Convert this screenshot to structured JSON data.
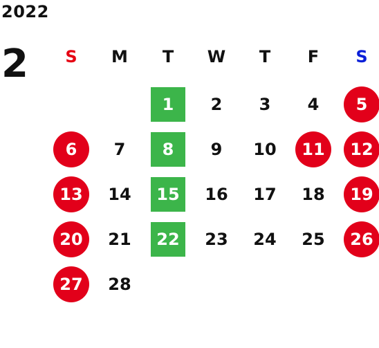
{
  "calendar": {
    "year": "2022",
    "month": "2",
    "weekdays": [
      "S",
      "M",
      "T",
      "W",
      "T",
      "F",
      "S"
    ],
    "colors": {
      "holiday_circle": "#e2001a",
      "highlight_square": "#3cb54a",
      "sunday_header": "#e60012",
      "saturday_header": "#0a1fd8"
    },
    "weeks": [
      [
        null,
        null,
        {
          "d": "1",
          "type": "highlight"
        },
        {
          "d": "2",
          "type": "normal"
        },
        {
          "d": "3",
          "type": "normal"
        },
        {
          "d": "4",
          "type": "normal"
        },
        {
          "d": "5",
          "type": "holiday"
        }
      ],
      [
        {
          "d": "6",
          "type": "holiday"
        },
        {
          "d": "7",
          "type": "normal"
        },
        {
          "d": "8",
          "type": "highlight"
        },
        {
          "d": "9",
          "type": "normal"
        },
        {
          "d": "10",
          "type": "normal"
        },
        {
          "d": "11",
          "type": "holiday"
        },
        {
          "d": "12",
          "type": "holiday"
        }
      ],
      [
        {
          "d": "13",
          "type": "holiday"
        },
        {
          "d": "14",
          "type": "normal"
        },
        {
          "d": "15",
          "type": "highlight"
        },
        {
          "d": "16",
          "type": "normal"
        },
        {
          "d": "17",
          "type": "normal"
        },
        {
          "d": "18",
          "type": "normal"
        },
        {
          "d": "19",
          "type": "holiday"
        }
      ],
      [
        {
          "d": "20",
          "type": "holiday"
        },
        {
          "d": "21",
          "type": "normal"
        },
        {
          "d": "22",
          "type": "highlight"
        },
        {
          "d": "23",
          "type": "normal"
        },
        {
          "d": "24",
          "type": "normal"
        },
        {
          "d": "25",
          "type": "normal"
        },
        {
          "d": "26",
          "type": "holiday"
        }
      ],
      [
        {
          "d": "27",
          "type": "holiday"
        },
        {
          "d": "28",
          "type": "normal"
        },
        null,
        null,
        null,
        null,
        null
      ]
    ]
  }
}
